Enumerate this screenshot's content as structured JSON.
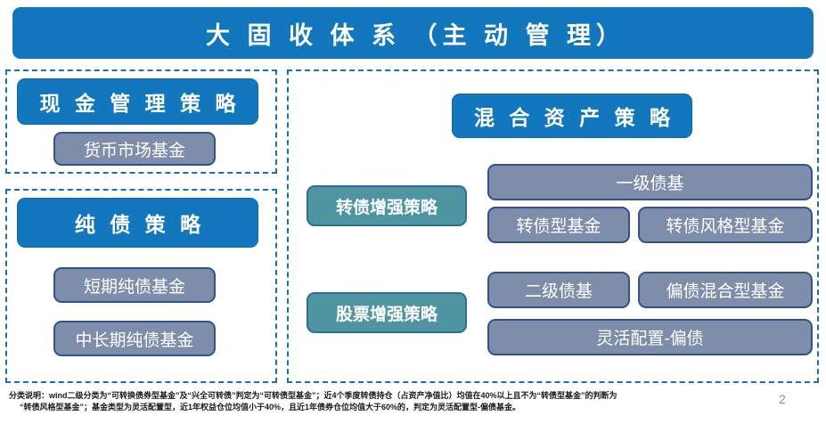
{
  "slide": {
    "title": "大 固 收 体 系 （主 动 管 理）",
    "page_number": "2"
  },
  "colors": {
    "primary_blue": "#1277bc",
    "slate": "#7e8da9",
    "slate_border": "#31538a",
    "teal": "#4f95a1",
    "panel_border": "#1a6fb5"
  },
  "panels": {
    "cash": {
      "strategy_label": "现 金 管 理 策 略",
      "items": [
        {
          "label": "货币市场基金"
        }
      ]
    },
    "pure_bond": {
      "strategy_label": "纯 债 策 略",
      "items": [
        {
          "label": "短期纯债基金"
        },
        {
          "label": "中长期纯债基金"
        }
      ]
    },
    "mixed_asset": {
      "strategy_label": "混 合 资 产 策 略",
      "sub_strategies": [
        {
          "label": "转债增强策略"
        },
        {
          "label": "股票增强策略"
        }
      ],
      "items": [
        {
          "label": "一级债基"
        },
        {
          "label": "转债型基金"
        },
        {
          "label": "转债风格型基金"
        },
        {
          "label": "二级债基"
        },
        {
          "label": "偏债混合型基金"
        },
        {
          "label": "灵活配置-偏债"
        }
      ]
    }
  },
  "footnote": {
    "line1": "分类说明：wind二级分类为“可转换债券型基金”及“兴全可转债”判定为“可转债型基金”；近4个季度转债持仓（占资产净值比）均值在40%以上且不为“转债型基金”的判断为",
    "line2": "“转债风格型基金”；基金类型为灵活配置型，近1年权益仓位均值小于40%，且近1年债券仓位均值大于60%的，判定为灵活配置型-偏债基金。"
  }
}
